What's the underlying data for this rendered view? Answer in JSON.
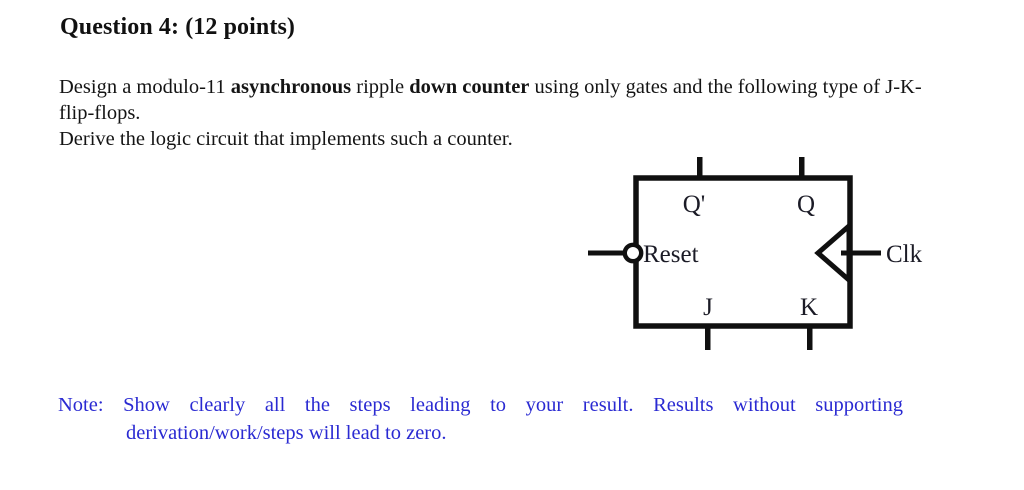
{
  "heading": {
    "text": "Question 4: (12 points)"
  },
  "body": {
    "paragraph_1_parts": [
      {
        "text": "Design a modulo-11 ",
        "bold": false
      },
      {
        "text": "asynchronous",
        "bold": true
      },
      {
        "text": " ripple ",
        "bold": false
      },
      {
        "text": "down counter",
        "bold": true
      },
      {
        "text": " using only gates and the following type of J-K- flip-flops.",
        "bold": false
      }
    ],
    "paragraph_2": "Derive the logic circuit that implements such a counter."
  },
  "diagram": {
    "name": "jk-flip-flop-symbol",
    "box_labels": {
      "q_not": "Q'",
      "q": "Q",
      "reset": "Reset",
      "j": "J",
      "k": "K"
    },
    "external_labels": {
      "clk": "Clk"
    },
    "features": {
      "reset_active_low_bubble": true,
      "clock_edge_triangle": true,
      "top_pins": 2,
      "bottom_pins": 2
    },
    "colors": {
      "line": "#101010",
      "label": "#1b1b26"
    }
  },
  "note": {
    "line_1": "Note: Show clearly all the steps leading to your result. Results without supporting",
    "line_2": "derivation/work/steps will lead to zero.",
    "color": "#2a2ad2"
  }
}
